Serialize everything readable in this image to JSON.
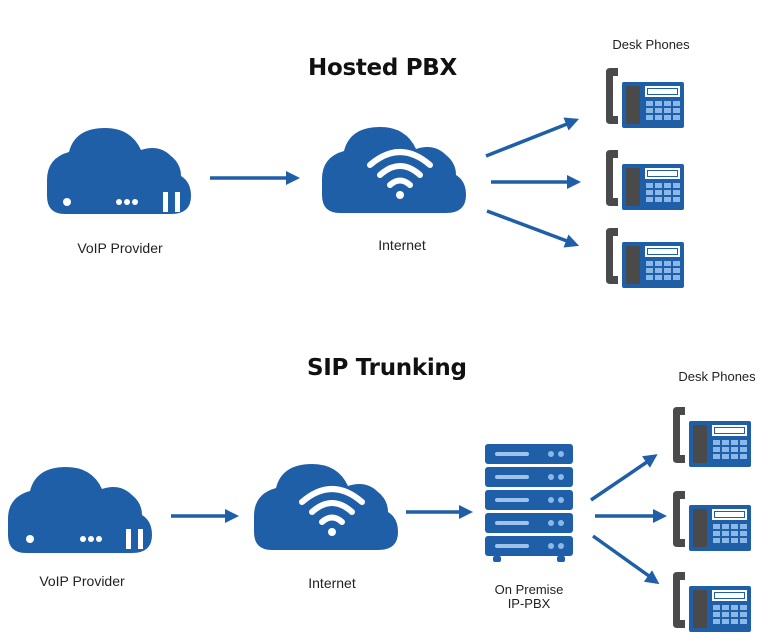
{
  "colors": {
    "primary": "#1f5fa8",
    "phone_body": "#4a4a4a",
    "server_stripe": "#9ec2ea",
    "server_dot": "#8bb8e8",
    "white": "#ffffff"
  },
  "hosted": {
    "title": "Hosted PBX",
    "provider_label": "VoIP Provider",
    "internet_label": "Internet",
    "phones_label": "Desk Phones"
  },
  "sip": {
    "title": "SIP Trunking",
    "provider_label": "VoIP Provider",
    "internet_label": "Internet",
    "pbx_label_line1": "On Premise",
    "pbx_label_line2": "IP-PBX",
    "phones_label": "Desk Phones"
  },
  "icons": {
    "provider": "cloud-server-icon",
    "internet": "cloud-wifi-icon",
    "phone": "desk-phone-icon",
    "server": "server-rack-icon",
    "arrow": "arrow-right-icon"
  }
}
